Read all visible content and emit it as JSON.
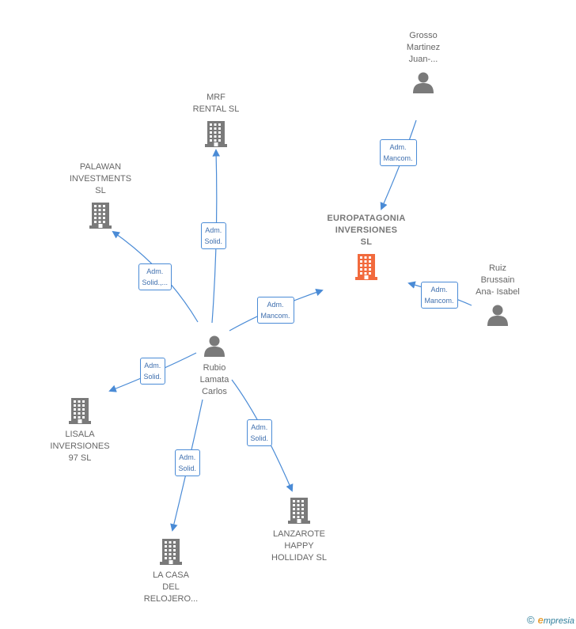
{
  "colors": {
    "edge": "#4a8bd6",
    "node_gray": "#7a7a7a",
    "node_main": "#f26a3d",
    "label": "#666666"
  },
  "nodes": [
    {
      "id": "europatagonia",
      "type": "company",
      "main": true,
      "lines": [
        "EUROPATAGONIA",
        "INVERSIONES",
        "SL"
      ]
    },
    {
      "id": "grosso",
      "type": "person",
      "lines": [
        "Grosso",
        "Martinez",
        "Juan-..."
      ]
    },
    {
      "id": "ruiz",
      "type": "person",
      "lines": [
        "Ruiz",
        "Brussain",
        "Ana- Isabel"
      ]
    },
    {
      "id": "rubio",
      "type": "person",
      "lines": [
        "Rubio",
        "Lamata",
        "Carlos"
      ]
    },
    {
      "id": "mrf",
      "type": "company",
      "lines": [
        "MRF",
        "RENTAL  SL"
      ]
    },
    {
      "id": "palawan",
      "type": "company",
      "lines": [
        "PALAWAN",
        "INVESTMENTS",
        "SL"
      ]
    },
    {
      "id": "lisala",
      "type": "company",
      "lines": [
        "LISALA",
        "INVERSIONES",
        "97  SL"
      ]
    },
    {
      "id": "lacasa",
      "type": "company",
      "lines": [
        "LA CASA",
        "DEL",
        "RELOJERO..."
      ]
    },
    {
      "id": "lanzarote",
      "type": "company",
      "lines": [
        "LANZAROTE",
        "HAPPY",
        "HOLLIDAY SL"
      ]
    }
  ],
  "edges": [
    {
      "from": "grosso",
      "to": "europatagonia",
      "label": [
        "Adm.",
        "Mancom."
      ]
    },
    {
      "from": "ruiz",
      "to": "europatagonia",
      "label": [
        "Adm.",
        "Mancom."
      ]
    },
    {
      "from": "rubio",
      "to": "europatagonia",
      "label": [
        "Adm.",
        "Mancom."
      ]
    },
    {
      "from": "rubio",
      "to": "mrf",
      "label": [
        "Adm.",
        "Solid."
      ]
    },
    {
      "from": "rubio",
      "to": "palawan",
      "label": [
        "Adm.",
        "Solid.,..."
      ]
    },
    {
      "from": "rubio",
      "to": "lisala",
      "label": [
        "Adm.",
        "Solid."
      ]
    },
    {
      "from": "rubio",
      "to": "lacasa",
      "label": [
        "Adm.",
        "Solid."
      ]
    },
    {
      "from": "rubio",
      "to": "lanzarote",
      "label": [
        "Adm.",
        "Solid."
      ]
    }
  ],
  "footer": {
    "copyright": "©",
    "brand_initial": "e",
    "brand_rest": "mpresia"
  }
}
